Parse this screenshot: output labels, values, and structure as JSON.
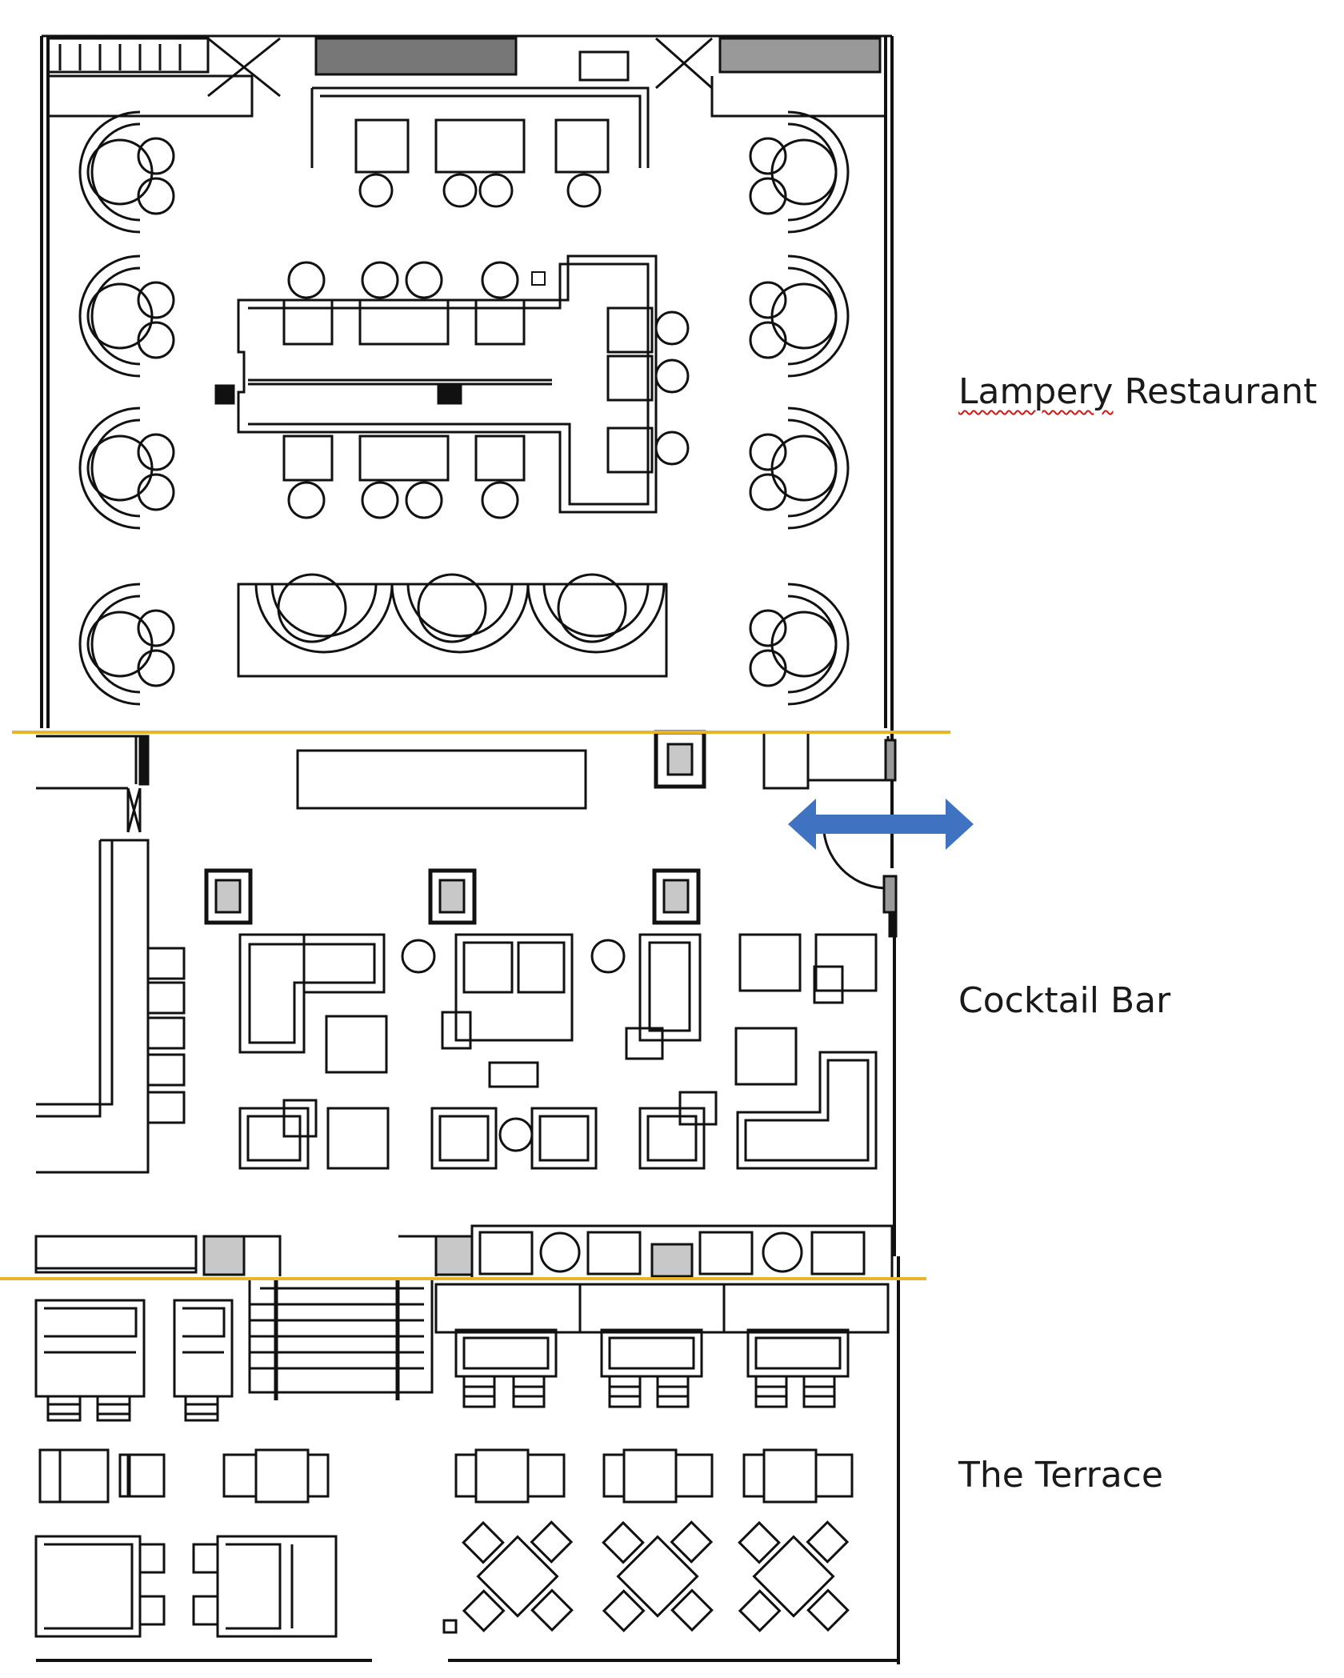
{
  "zones": {
    "restaurant": {
      "name_part1": "Lampery",
      "name_part2": " Restaurant"
    },
    "bar": {
      "name": "Cocktail Bar"
    },
    "terrace": {
      "name": "The Terrace"
    }
  },
  "colors": {
    "divider": "#e8b42a",
    "arrow": "#3f73c2",
    "wall": "#111111",
    "column_fill": "#c8c8c8",
    "spellcheck": "#d01818"
  },
  "icons": {
    "connection": "double-arrow-icon"
  }
}
